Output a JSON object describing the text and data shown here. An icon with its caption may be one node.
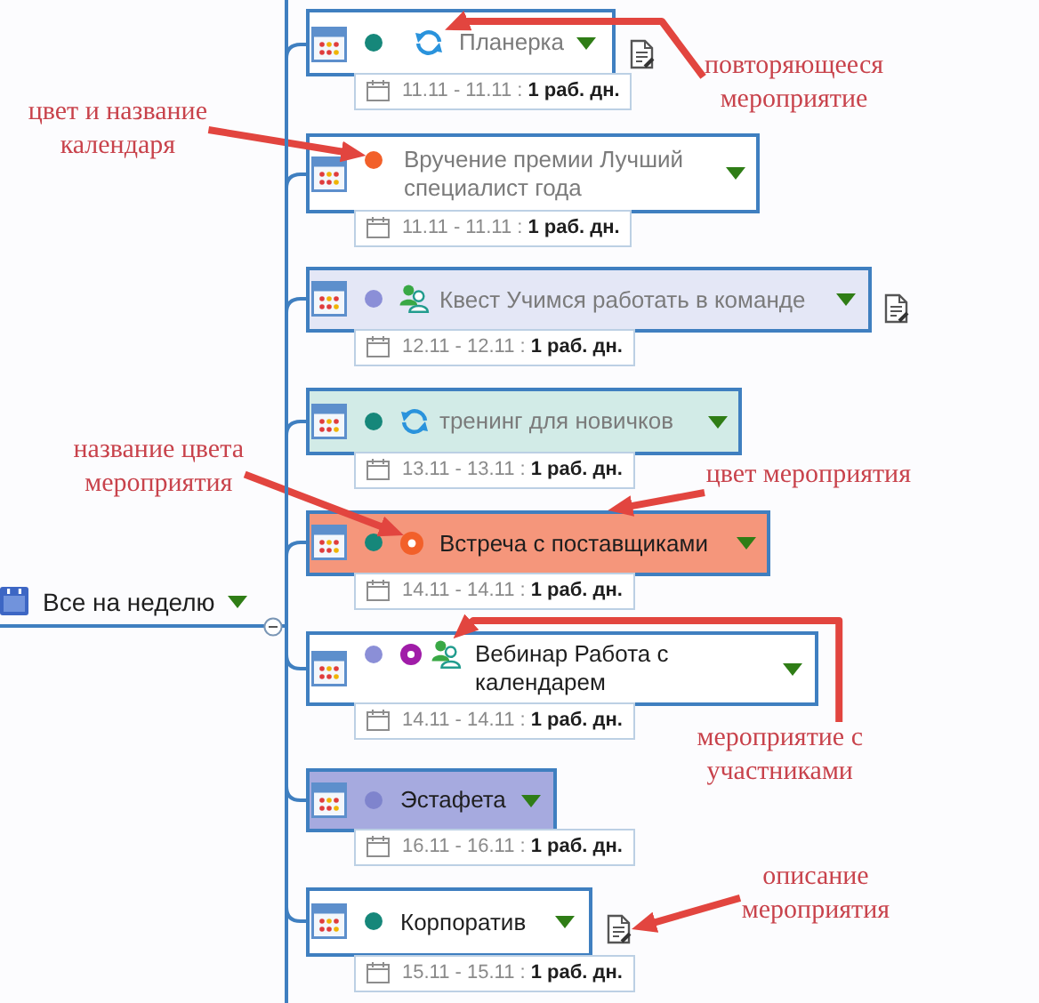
{
  "diagram": {
    "nodes": [
      {
        "text": [
          "Все на неделю"
        ]
      },
      {
        "text": [
          "Планерка"
        ]
      },
      {
        "text": [],
        "shape": "picture",
        "in": 1
      },
      {
        "text": [
          "11.11 - 11.11 : **1 раб. дн.**"
        ]
      },
      {
        "text": [
          "повторяющееся мероприятие"
        ]
      },
      {
        "text": [
          "цвет и название календаря"
        ]
      },
      {
        "text": [
          "Вручение премии Лучший специалист года"
        ]
      },
      {
        "text": [],
        "shape": "circle",
        "in": 6
      },
      {
        "text": [
          "11.11 - 11.11 : **1 раб. дн.**"
        ]
      },
      {
        "text": [
          "Квест Учимся работать в команде"
        ]
      },
      {
        "text": [
          "12.11 - 12.11 : **1 раб. дн.**"
        ]
      },
      {
        "text": [
          "тренинг для новичков"
        ]
      },
      {
        "text": [
          "13.11 - 13.11 : **1 раб. дн.**"
        ]
      },
      {
        "text": [
          "название цвета мероприятия"
        ]
      },
      {
        "text": [
          "цвет мероприятия"
        ]
      },
      {
        "text": [
          "Встреча с поставщиками"
        ]
      },
      {
        "text": [],
        "shape": "circle",
        "in": 15
      },
      {
        "text": [
          "14.11 - 14.11 : **1 раб. дн.**"
        ]
      },
      {
        "text": [
          "Вебинар Работа с календарем"
        ]
      },
      {
        "text": [],
        "shape": "person",
        "in": 18
      },
      {
        "text": [
          "14.11 - 14.11 : **1 раб. дн.**"
        ]
      },
      {
        "text": [
          "мероприятие с участниками"
        ]
      },
      {
        "text": [
          "Эстафета"
        ]
      },
      {
        "text": [
          "16.11 - 16.11 : **1 раб. дн.**"
        ]
      },
      {
        "text": [
          "Корпоратив"
        ]
      },
      {
        "text": [],
        "shape": "picture"
      },
      {
        "text": [
          "описание мероприятия"
        ]
      },
      {
        "text": [
          "15.11 - 15.11 : **1 раб. дн.**"
        ]
      }
    ],
    "edges": [
      {
        "from": 0,
        "to": 1,
        "arrow": "none"
      },
      {
        "from": 0,
        "to": 6,
        "arrow": "none"
      },
      {
        "from": 0,
        "to": 9,
        "arrow": "none"
      },
      {
        "from": 0,
        "to": 11,
        "arrow": "none"
      },
      {
        "from": 0,
        "to": 15,
        "arrow": "none"
      },
      {
        "from": 0,
        "to": 18,
        "arrow": "none"
      },
      {
        "from": 0,
        "to": 22,
        "arrow": "none"
      },
      {
        "from": 0,
        "to": 24,
        "arrow": "none"
      },
      {
        "from": 4,
        "to": 2,
        "arrow": "to",
        "style": "thick",
        "color": "#e2453f"
      },
      {
        "from": 5,
        "to": 7,
        "arrow": "to",
        "style": "thick",
        "color": "#e2453f"
      },
      {
        "from": 13,
        "to": 16,
        "arrow": "to",
        "style": "thick",
        "color": "#e2453f"
      },
      {
        "from": 14,
        "to": 15,
        "arrow": "to",
        "style": "thick",
        "color": "#e2453f"
      },
      {
        "from": 21,
        "to": 19,
        "arrow": "to",
        "style": "thick",
        "color": "#e2453f"
      },
      {
        "from": 26,
        "to": 25,
        "arrow": "to",
        "style": "thick",
        "color": "#e2453f"
      }
    ]
  }
}
